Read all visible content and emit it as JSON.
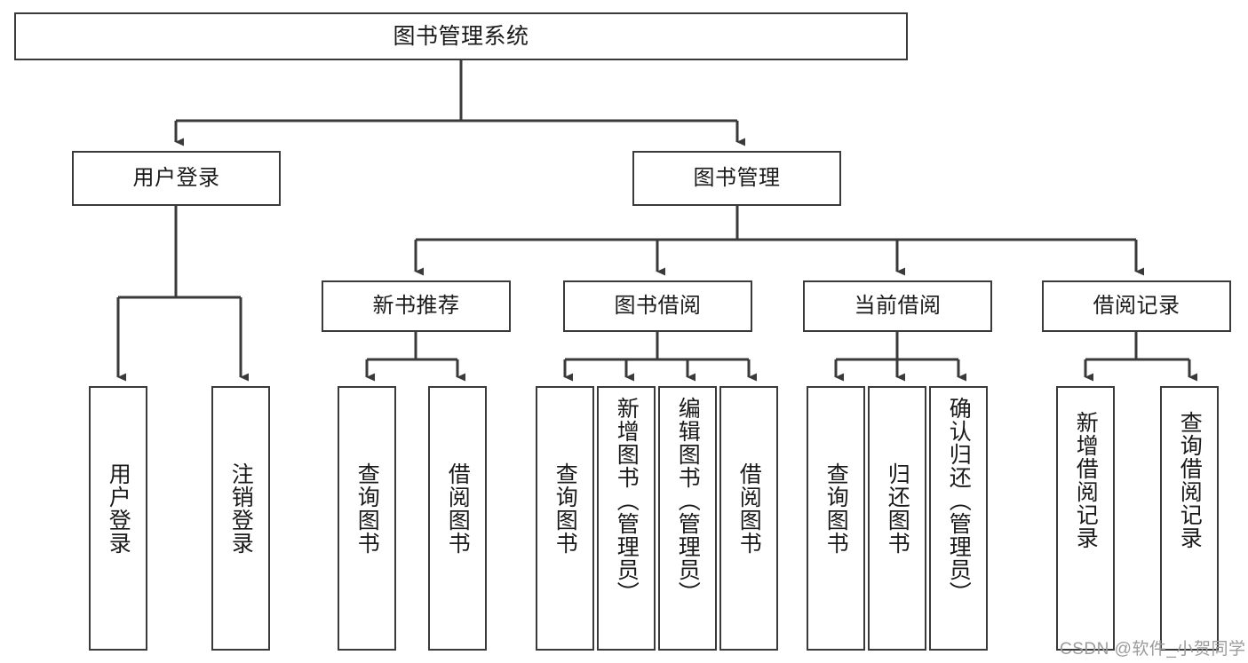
{
  "diagram": {
    "title": "图书管理系统",
    "type": "functional-structure-tree",
    "watermark": "CSDN @软件_小贺同学",
    "colors": {
      "border": "#3a3a3a",
      "background": "#ffffff",
      "text": "#1a1a1a",
      "watermark": "#9b9b9b"
    },
    "levels": {
      "level1": [
        {
          "id": "root",
          "label": "图书管理系统"
        }
      ],
      "level2": [
        {
          "id": "user-login",
          "label": "用户登录",
          "parent": "root"
        },
        {
          "id": "book-manage",
          "label": "图书管理",
          "parent": "root"
        }
      ],
      "level3": [
        {
          "id": "new-book-recommend",
          "label": "新书推荐",
          "parent": "book-manage"
        },
        {
          "id": "book-borrow",
          "label": "图书借阅",
          "parent": "book-manage"
        },
        {
          "id": "current-borrow",
          "label": "当前借阅",
          "parent": "book-manage"
        },
        {
          "id": "borrow-record",
          "label": "借阅记录",
          "parent": "book-manage"
        }
      ],
      "leaves": [
        {
          "id": "leaf-user-login",
          "label": "用户登录",
          "parent": "user-login"
        },
        {
          "id": "leaf-logout-login",
          "label": "注销登录",
          "parent": "user-login"
        },
        {
          "id": "leaf-query-book-1",
          "label": "查询图书",
          "parent": "new-book-recommend"
        },
        {
          "id": "leaf-borrow-book-1",
          "label": "借阅图书",
          "parent": "new-book-recommend"
        },
        {
          "id": "leaf-query-book-2",
          "label": "查询图书",
          "parent": "book-borrow"
        },
        {
          "id": "leaf-add-book",
          "label": "新增图书（管理员）",
          "parent": "book-borrow"
        },
        {
          "id": "leaf-edit-book",
          "label": "编辑图书（管理员）",
          "parent": "book-borrow"
        },
        {
          "id": "leaf-borrow-book-2",
          "label": "借阅图书",
          "parent": "book-borrow"
        },
        {
          "id": "leaf-query-book-3",
          "label": "查询图书",
          "parent": "current-borrow"
        },
        {
          "id": "leaf-return-book",
          "label": "归还图书",
          "parent": "current-borrow"
        },
        {
          "id": "leaf-confirm-return",
          "label": "确认归还（管理员）",
          "parent": "current-borrow"
        },
        {
          "id": "leaf-add-record",
          "label": "新增借阅记录",
          "parent": "borrow-record"
        },
        {
          "id": "leaf-query-record",
          "label": "查询借阅记录",
          "parent": "borrow-record"
        }
      ]
    }
  }
}
